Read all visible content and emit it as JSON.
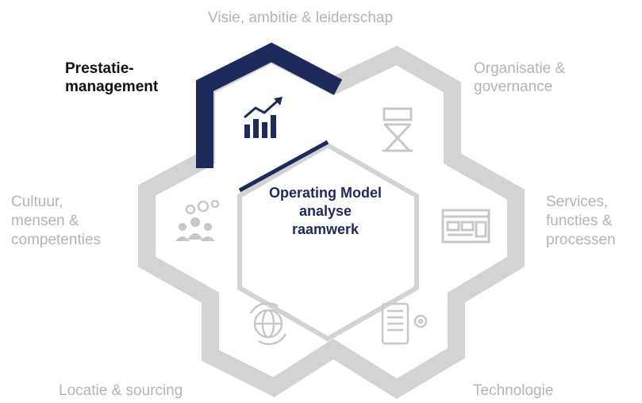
{
  "center": {
    "lines": [
      "Operating Model",
      "analyse",
      "raamwerk"
    ]
  },
  "labels": {
    "top": "Visie, ambitie & leiderschap",
    "top_left": [
      "Prestatie-",
      "management"
    ],
    "top_right": [
      "Organisatie &",
      "governance"
    ],
    "left": [
      "Cultuur,",
      "mensen &",
      "competenties"
    ],
    "right": [
      "Services,",
      "functies &",
      "processen"
    ],
    "bottom_left": "Locatie & sourcing",
    "bottom_right": "Technologie"
  },
  "active_segment": "Prestatie-management",
  "colors": {
    "active": "#1e2a5c",
    "inactive": "#cfcfcf",
    "label_active": "#111111",
    "label_inactive": "#b4b4b4"
  },
  "icons": {
    "performance": "bar-chart-up-icon",
    "organisation": "director-chair-icon",
    "services": "browser-window-icon",
    "technology": "tablet-gear-icon",
    "location": "globe-arrows-icon",
    "culture": "people-gears-icon"
  }
}
